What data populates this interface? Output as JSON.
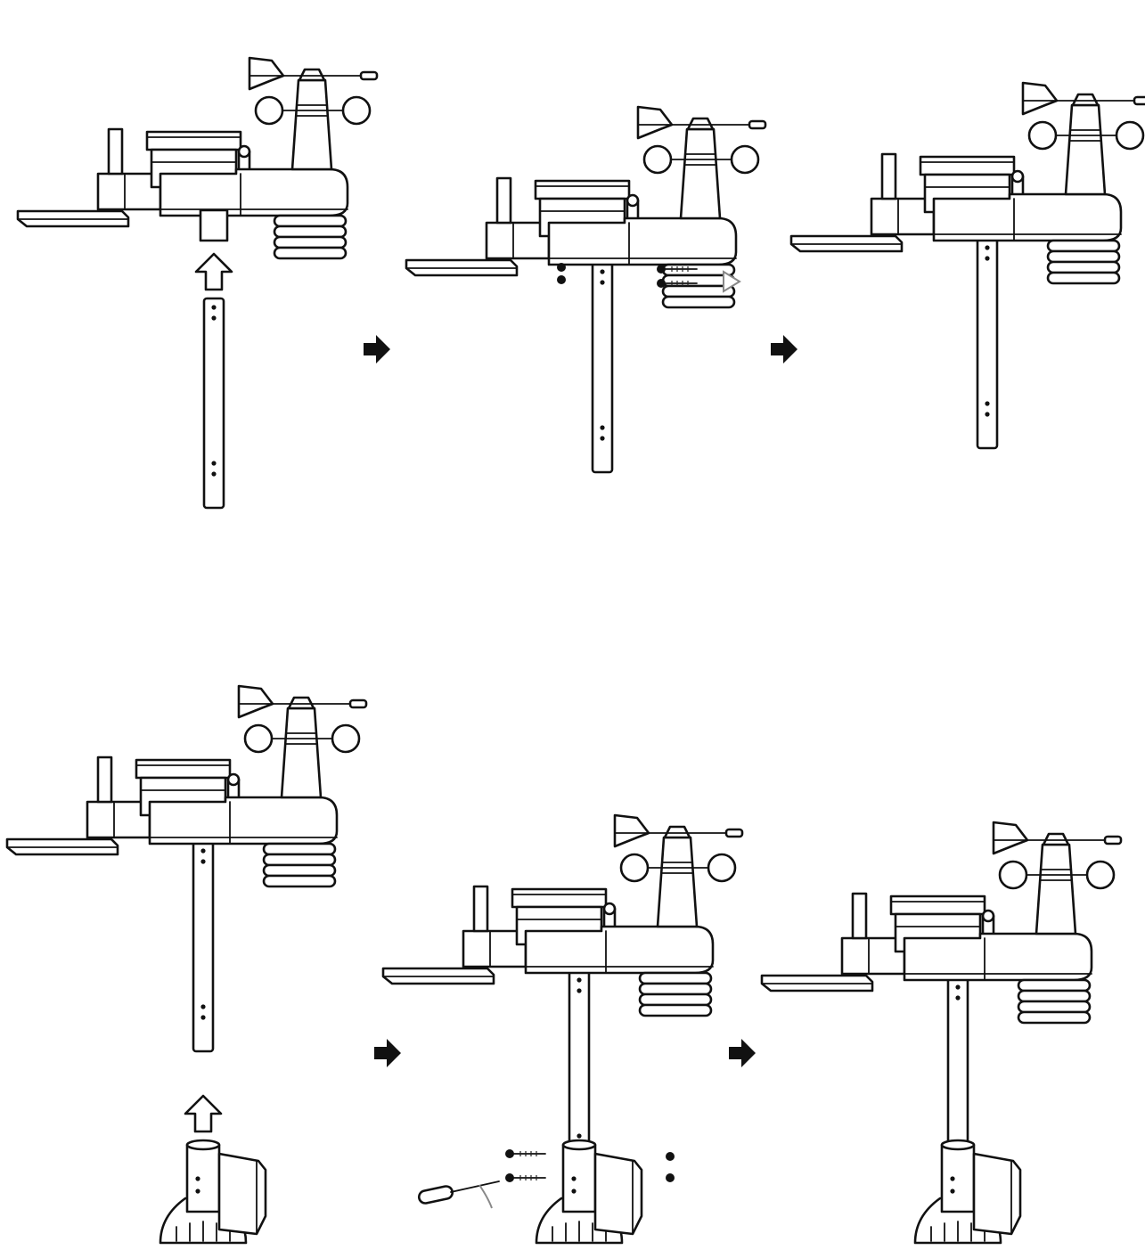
{
  "colors": {
    "line": "#111111",
    "background": "#ffffff",
    "ghost": "#888888"
  },
  "steps": [
    {
      "name": "step-1",
      "row": 1,
      "pole": "separate",
      "mount": "none",
      "screws": false,
      "insert_arrow": true
    },
    {
      "name": "step-2",
      "row": 1,
      "pole": "attached",
      "mount": "none",
      "screws": true,
      "insert_arrow": false
    },
    {
      "name": "step-3",
      "row": 1,
      "pole": "attached",
      "mount": "none",
      "screws": false,
      "insert_arrow": false
    },
    {
      "name": "step-4",
      "row": 2,
      "pole": "attached",
      "mount": "separate",
      "screws": false,
      "insert_arrow": true
    },
    {
      "name": "step-5",
      "row": 2,
      "pole": "attached",
      "mount": "attached",
      "screws": true,
      "insert_arrow": false
    },
    {
      "name": "step-6",
      "row": 2,
      "pole": "attached",
      "mount": "attached",
      "screws": false,
      "insert_arrow": false
    }
  ],
  "icons": [
    "next-step-arrow-icon",
    "insert-up-arrow-icon",
    "screwdriver-icon",
    "screw-icon",
    "nut-icon"
  ]
}
